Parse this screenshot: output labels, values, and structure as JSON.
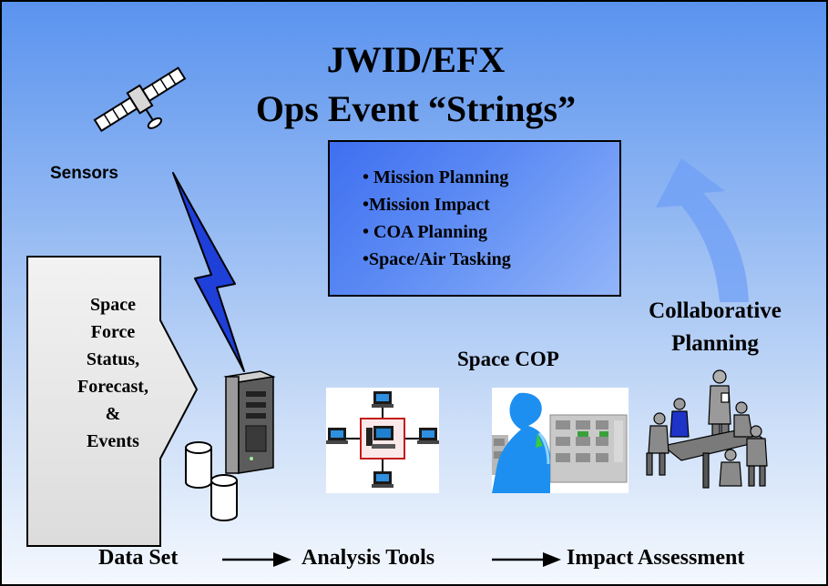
{
  "title": {
    "line1": "JWID/EFX",
    "line2": "Ops Event “Strings”"
  },
  "sensors_label": "Sensors",
  "mission_box": {
    "items": [
      "• Mission Planning",
      "•Mission Impact",
      "• COA Planning",
      "•Space/Air Tasking"
    ]
  },
  "status_arrow": {
    "lines": [
      "Space",
      "Force",
      "Status,",
      "Forecast,",
      "&",
      "Events"
    ]
  },
  "space_cop_label": "Space COP",
  "collaborative_label": {
    "lines": [
      "Collaborative",
      "Planning"
    ]
  },
  "flow": {
    "items": [
      "Data Set",
      "Analysis Tools",
      "Impact Assessment"
    ]
  },
  "colors": {
    "background_top": "#5a93ef",
    "background_bottom": "#f4f8fe",
    "mission_box": "#4f7ff2",
    "lightning": "#1e3fd8",
    "curved_arrow": "#6f9ff6",
    "status_arrow_fill": "#e6e6e6"
  },
  "icons": [
    "satellite-icon",
    "lightning-icon",
    "server-tower-icon",
    "database-cylinder-icon",
    "network-diagram-icon",
    "cop-display-icon",
    "meeting-table-icon",
    "curved-arrow-icon",
    "flow-arrow-icon"
  ]
}
